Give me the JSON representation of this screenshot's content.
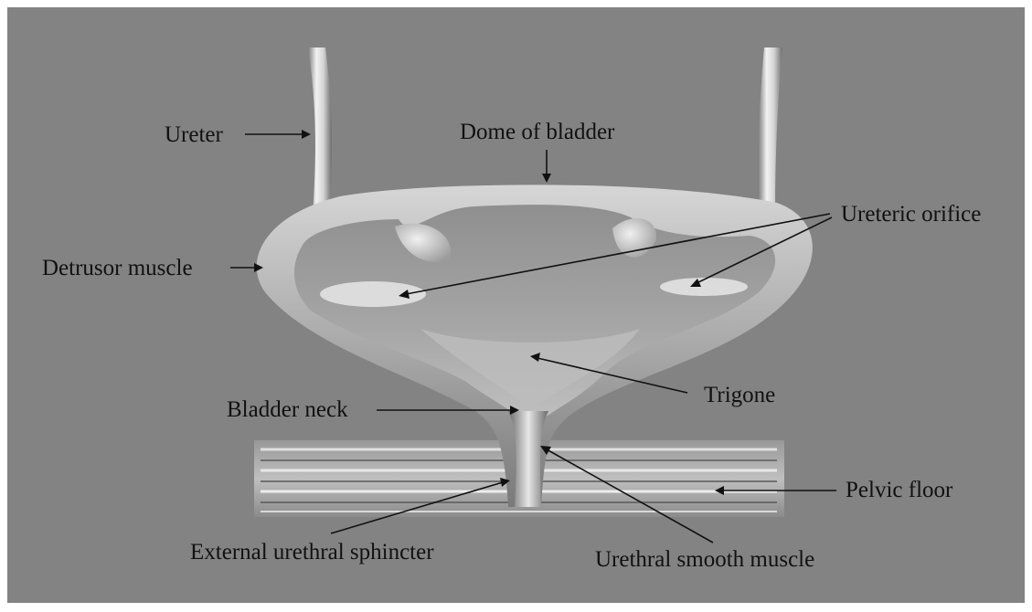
{
  "labels": {
    "ureter": "Ureter",
    "dome": "Dome of bladder",
    "ureteric_orifice": "Ureteric orifice",
    "detrusor": "Detrusor muscle",
    "trigone": "Trigone",
    "bladder_neck": "Bladder neck",
    "pelvic_floor": "Pelvic floor",
    "external_sphincter": "External urethral sphincter",
    "urethral_smooth_muscle": "Urethral smooth muscle"
  },
  "colors": {
    "background": "#838383",
    "frame": "#ffffff",
    "tissue_light": "#e8e8e8",
    "tissue_mid": "#b4b4b4",
    "tissue_dark": "#4a4a4a",
    "text": "#111111"
  }
}
